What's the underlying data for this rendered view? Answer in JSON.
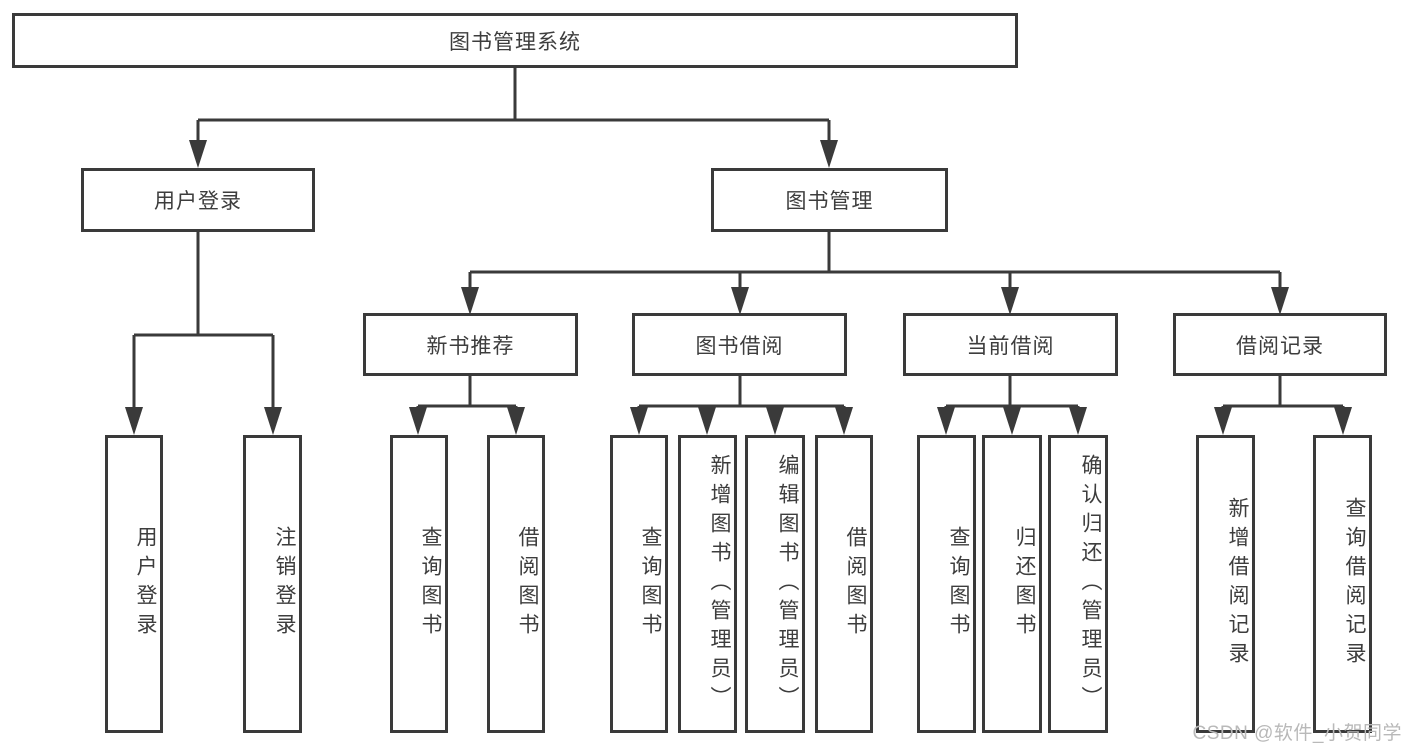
{
  "diagram": {
    "root": {
      "label": "图书管理系统"
    },
    "level2": [
      {
        "label": "用户登录",
        "children": [
          "用户登录",
          "注销登录"
        ]
      },
      {
        "label": "图书管理"
      }
    ],
    "level3": [
      {
        "label": "新书推荐",
        "children": [
          "查询图书",
          "借阅图书"
        ]
      },
      {
        "label": "图书借阅",
        "children": [
          "查询图书",
          "新增图书（管理员）",
          "编辑图书（管理员）",
          "借阅图书"
        ]
      },
      {
        "label": "当前借阅",
        "children": [
          "查询图书",
          "归还图书",
          "确认归还（管理员）"
        ]
      },
      {
        "label": "借阅记录",
        "children": [
          "新增借阅记录",
          "查询借阅记录"
        ]
      }
    ],
    "watermark": "CSDN @软件_小贺同学",
    "colors": {
      "line": "#3a3a3a",
      "text": "#3d3d3d",
      "watermark": "#b9b9b9",
      "background": "#ffffff"
    }
  }
}
